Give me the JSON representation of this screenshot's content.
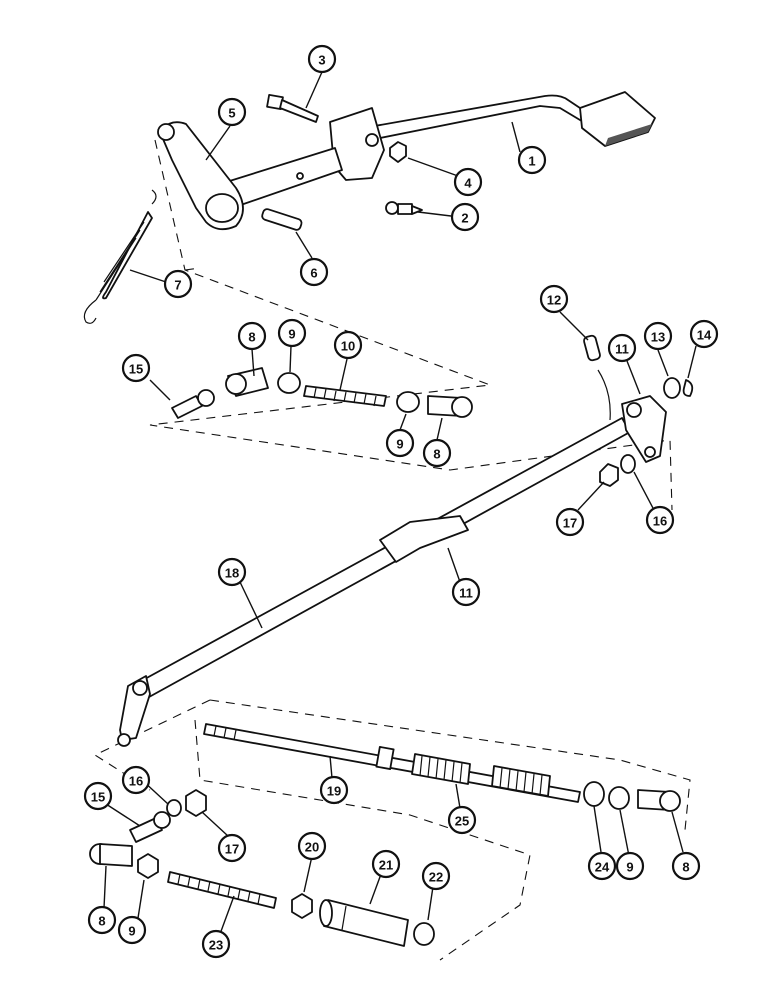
{
  "callouts": [
    {
      "id": "c1",
      "label": "1"
    },
    {
      "id": "c2",
      "label": "2"
    },
    {
      "id": "c3",
      "label": "3"
    },
    {
      "id": "c4",
      "label": "4"
    },
    {
      "id": "c5",
      "label": "5"
    },
    {
      "id": "c6",
      "label": "6"
    },
    {
      "id": "c7",
      "label": "7"
    },
    {
      "id": "c8a",
      "label": "8"
    },
    {
      "id": "c9a",
      "label": "9"
    },
    {
      "id": "c10",
      "label": "10"
    },
    {
      "id": "c15a",
      "label": "15"
    },
    {
      "id": "c9b",
      "label": "9"
    },
    {
      "id": "c8b",
      "label": "8"
    },
    {
      "id": "c12",
      "label": "12"
    },
    {
      "id": "c11a",
      "label": "11"
    },
    {
      "id": "c13",
      "label": "13"
    },
    {
      "id": "c14",
      "label": "14"
    },
    {
      "id": "c17a",
      "label": "17"
    },
    {
      "id": "c16a",
      "label": "16"
    },
    {
      "id": "c11b",
      "label": "11"
    },
    {
      "id": "c18",
      "label": "18"
    },
    {
      "id": "c16b",
      "label": "16"
    },
    {
      "id": "c15b",
      "label": "15"
    },
    {
      "id": "c17b",
      "label": "17"
    },
    {
      "id": "c19",
      "label": "19"
    },
    {
      "id": "c25",
      "label": "25"
    },
    {
      "id": "c24",
      "label": "24"
    },
    {
      "id": "c9c",
      "label": "9"
    },
    {
      "id": "c8c",
      "label": "8"
    },
    {
      "id": "c8d",
      "label": "8"
    },
    {
      "id": "c9d",
      "label": "9"
    },
    {
      "id": "c23",
      "label": "23"
    },
    {
      "id": "c20",
      "label": "20"
    },
    {
      "id": "c21",
      "label": "21"
    },
    {
      "id": "c22",
      "label": "22"
    }
  ]
}
